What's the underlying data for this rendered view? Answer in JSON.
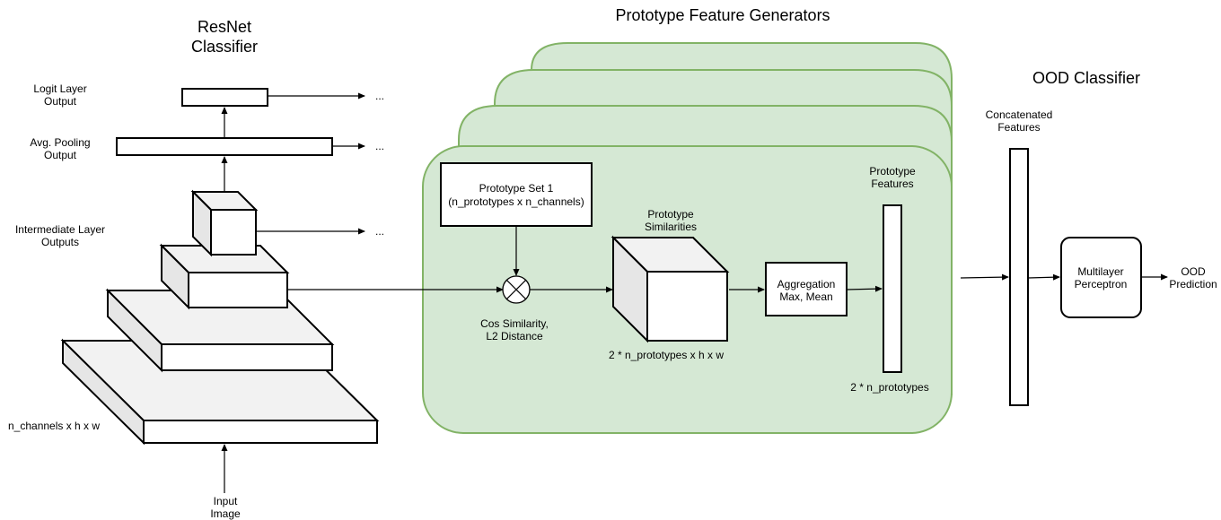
{
  "colors": {
    "generator_fill": "#d5e8d4",
    "generator_stroke": "#82b366",
    "cube_top": "#f2f2f2",
    "cube_side": "#e6e6e6",
    "line": "#000000"
  },
  "resnet": {
    "title_line1": "ResNet",
    "title_line2": "Classifier",
    "logit_label_line1": "Logit Layer",
    "logit_label_line2": "Output",
    "avgpool_label_line1": "Avg. Pooling",
    "avgpool_label_line2": "Output",
    "intermediate_label_line1": "Intermediate Layer",
    "intermediate_label_line2": "Outputs",
    "input_shape_label": "n_channels x h x w",
    "input_label_line1": "Input",
    "input_label_line2": "Image",
    "ellipsis": "..."
  },
  "generators": {
    "title": "Prototype Feature Generators",
    "prototype_set_line1": "Prototype Set 1",
    "prototype_set_line2": "(n_prototypes x n_channels)",
    "similarity_op_line1": "Cos Similarity,",
    "similarity_op_line2": "L2 Distance",
    "similarities_label_line1": "Prototype",
    "similarities_label_line2": "Similarities",
    "similarities_shape": "2 * n_prototypes x h x w",
    "aggregation_line1": "Aggregation",
    "aggregation_line2": "Max, Mean",
    "features_label_line1": "Prototype",
    "features_label_line2": "Features",
    "features_shape": "2 * n_prototypes"
  },
  "ood": {
    "title": "OOD Classifier",
    "concat_label_line1": "Concatenated",
    "concat_label_line2": "Features",
    "mlp_line1": "Multilayer",
    "mlp_line2": "Perceptron",
    "prediction_line1": "OOD",
    "prediction_line2": "Prediction"
  }
}
